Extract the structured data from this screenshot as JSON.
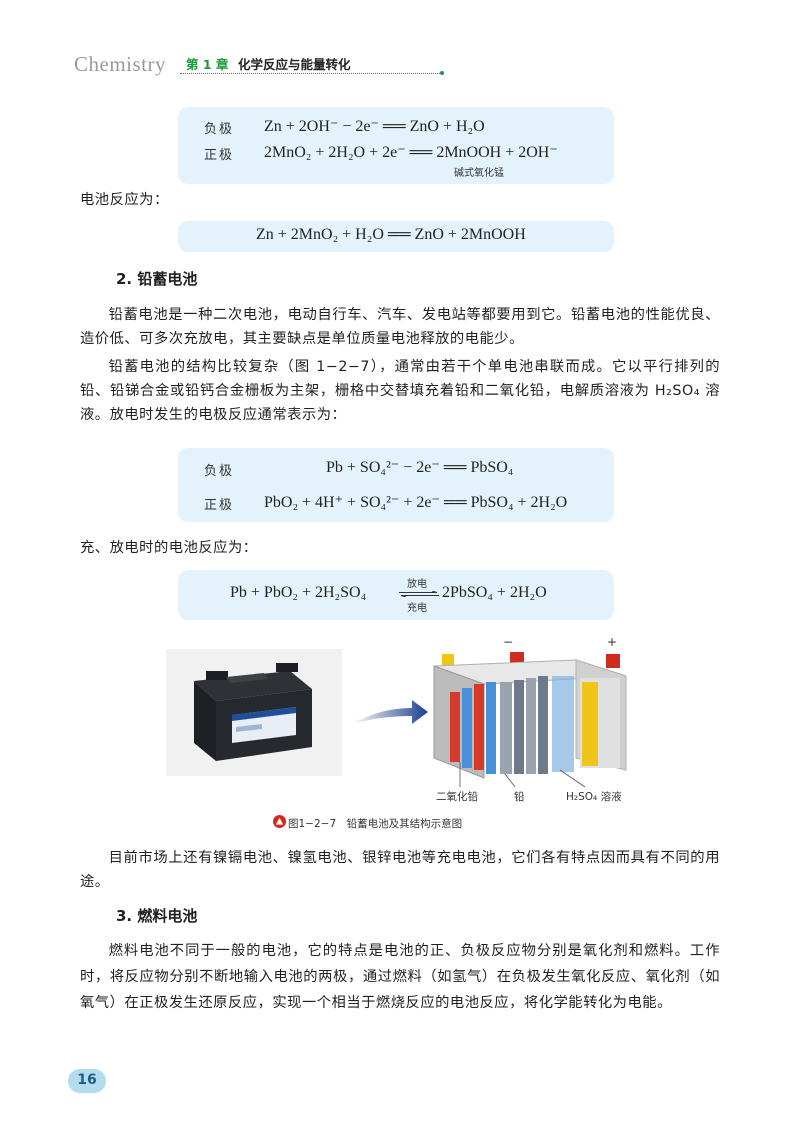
{
  "header": {
    "brand": "Chemistry",
    "chapter": "第 1 章",
    "chapter_title": "化学反应与能量转化"
  },
  "alkaline_box": {
    "negative_label": "负极",
    "negative_eq": "Zn + 2OH⁻ − 2e⁻ ══ ZnO + H₂O",
    "positive_label": "正极",
    "positive_eq": "2MnO₂ + 2H₂O + 2e⁻ ══ 2MnOOH + 2OH⁻",
    "note": "碱式氧化锰"
  },
  "cell_reaction_label": "电池反应为：",
  "cell_reaction_eq": "Zn + 2MnO₂ + H₂O ══ ZnO + 2MnOOH",
  "section2": {
    "title": "2. 铅蓄电池",
    "para1": "铅蓄电池是一种二次电池，电动自行车、汽车、发电站等都要用到它。铅蓄电池的性能优良、造价低、可多次充放电，其主要缺点是单位质量电池释放的电能少。",
    "para2": "铅蓄电池的结构比较复杂（图 1−2−7），通常由若干个单电池串联而成。它以平行排列的铅、铅锑合金或铅钙合金栅板为主架，栅格中交替填充着铅和二氧化铅，电解质溶液为 H₂SO₄ 溶液。放电时发生的电极反应通常表示为："
  },
  "lead_box": {
    "negative_label": "负极",
    "negative_eq": "Pb + SO₄²⁻ − 2e⁻ ══ PbSO₄",
    "positive_label": "正极",
    "positive_eq": "PbO₂ + 4H⁺ + SO₄²⁻ + 2e⁻ ══ PbSO₄ + 2H₂O"
  },
  "charge_label": "充、放电时的电池反应为：",
  "overall_eq": {
    "left": "Pb + PbO₂ + 2H₂SO₄",
    "discharge": "放电",
    "charge": "充电",
    "right": "2PbSO₄ + 2H₂O"
  },
  "figure": {
    "minus_sign": "−",
    "plus_sign": "+",
    "label_pbo2": "二氧化铅",
    "label_pb": "铅",
    "label_acid": "H₂SO₄ 溶液",
    "caption": "图1−2−7　铅蓄电池及其结构示意图"
  },
  "para_market": "目前市场上还有镍镉电池、镍氢电池、银锌电池等充电电池，它们各有特点因而具有不同的用途。",
  "section3": {
    "title": "3. 燃料电池",
    "para1": "燃料电池不同于一般的电池，它的特点是电池的正、负极反应物分别是氧化剂和燃料。工作时，将反应物分别不断地输入电池的两极，通过燃料（如氢气）在负极发生氧化反应、氧化剂（如氧气）在正极发生还原反应，实现一个相当于燃烧反应的电池反应，将化学能转化为电能。"
  },
  "page_number": "16",
  "colors": {
    "accent_green": "#1a9a3a",
    "box_blue": "#e4f3fb",
    "badge_blue": "#b3dcee"
  }
}
